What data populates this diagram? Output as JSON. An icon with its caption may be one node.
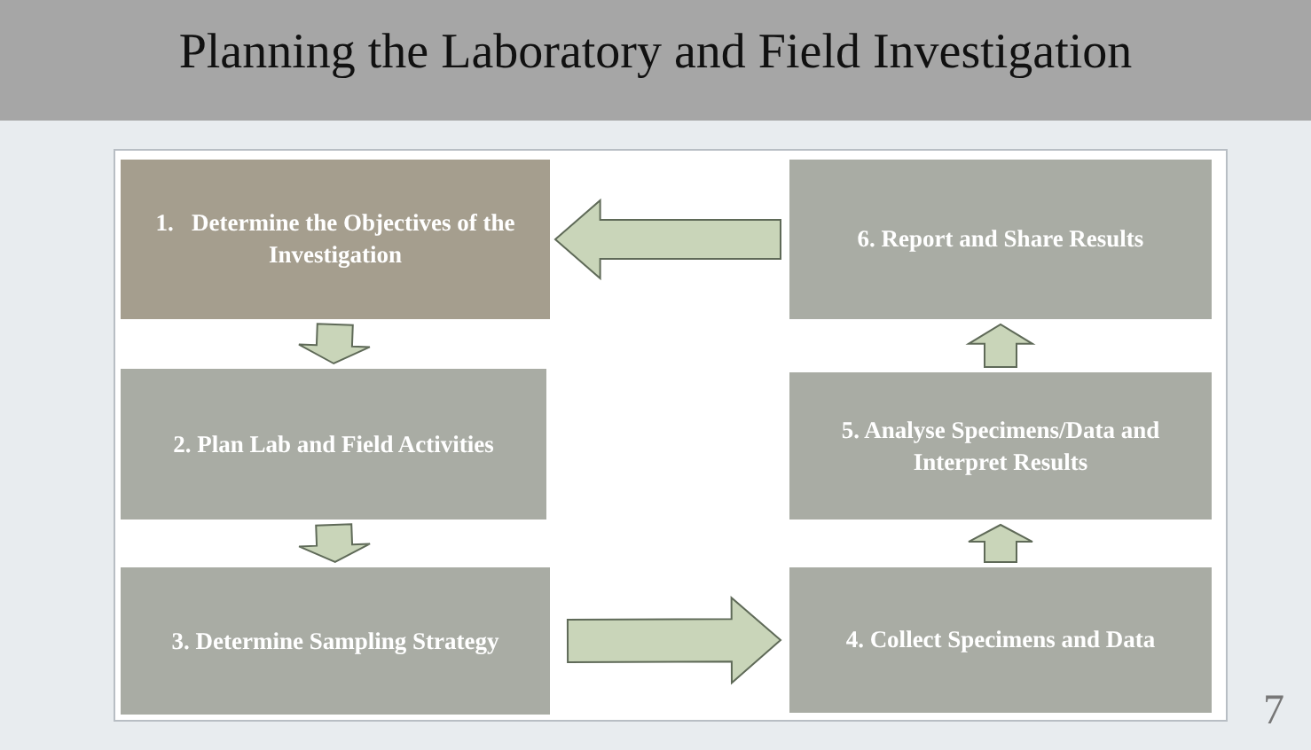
{
  "diagram": {
    "title": "Planning the Laboratory and Field Investigation",
    "nodes": [
      {
        "text": [
          "1.   Determine the Objectives of the Investigation"
        ]
      },
      {
        "text": [
          "2. Plan Lab and Field Activities"
        ]
      },
      {
        "text": [
          "3. Determine Sampling Strategy"
        ]
      },
      {
        "text": [
          "4. Collect Specimens and Data"
        ]
      },
      {
        "text": [
          "5. Analyse Specimens/Data and Interpret Results"
        ]
      },
      {
        "text": [
          "6. Report and Share Results"
        ]
      }
    ],
    "edges": [
      {
        "from": 0,
        "to": 1,
        "arrow": "to"
      },
      {
        "from": 1,
        "to": 2,
        "arrow": "to"
      },
      {
        "from": 2,
        "to": 3,
        "arrow": "to"
      },
      {
        "from": 3,
        "to": 4,
        "arrow": "to"
      },
      {
        "from": 4,
        "to": 5,
        "arrow": "to"
      },
      {
        "from": 5,
        "to": 0,
        "arrow": "to"
      }
    ],
    "labels": [
      "7"
    ]
  }
}
